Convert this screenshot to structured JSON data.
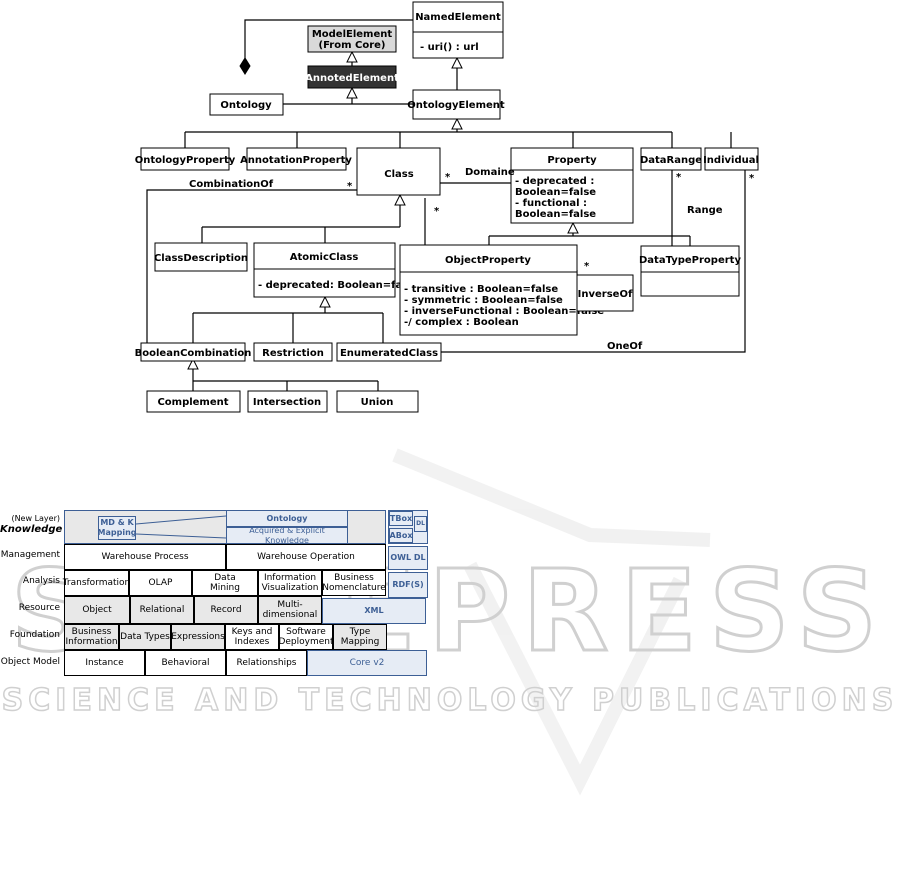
{
  "uml": {
    "classes": {
      "named_element": {
        "name": "NamedElement",
        "attrs": [
          "-     uri() : url"
        ]
      },
      "model_element": {
        "name": "ModelElement",
        "sub": "(From Core)"
      },
      "annoted_element": {
        "name": "AnnotedElement"
      },
      "ontology": {
        "name": "Ontology"
      },
      "ontology_element": {
        "name": "OntologyElement"
      },
      "ontology_property": {
        "name": "OntologyProperty"
      },
      "annotation_property": {
        "name": "AnnotationProperty"
      },
      "class": {
        "name": "Class"
      },
      "property": {
        "name": "Property",
        "attrs": [
          "- deprecated :",
          "Boolean=false",
          "- functional :",
          "Boolean=false"
        ]
      },
      "data_range": {
        "name": "DataRange"
      },
      "individual": {
        "name": "Individual"
      },
      "class_description": {
        "name": "ClassDescription"
      },
      "atomic_class": {
        "name": "AtomicClass",
        "attrs": [
          "-   deprecated: Boolean=false"
        ]
      },
      "object_property": {
        "name": "ObjectProperty",
        "attrs": [
          "-   transitive : Boolean=false",
          "-   symmetric : Boolean=false",
          "-   inverseFunctional : Boolean=false",
          "-/  complex : Boolean"
        ]
      },
      "inverse_of": {
        "name": "InverseOf"
      },
      "datatype_property": {
        "name": "DataTypeProperty"
      },
      "boolean_combination": {
        "name": "BooleanCombination"
      },
      "restriction": {
        "name": "Restriction"
      },
      "enumerated_class": {
        "name": "EnumeratedClass"
      },
      "complement": {
        "name": "Complement"
      },
      "intersection": {
        "name": "Intersection"
      },
      "union": {
        "name": "Union"
      }
    },
    "labels": {
      "domaine": "Domaine",
      "combination_of": "CombinationOf",
      "range": "Range",
      "one_of": "OneOf",
      "star": "*"
    }
  },
  "stack": {
    "row_labels": {
      "knowledge_top": "(New Layer)",
      "knowledge": "Knowledge",
      "management": "Management",
      "analysis": "Analysis",
      "resource": "Resource",
      "foundation": "Foundation",
      "object_model": "Object Model"
    },
    "knowledge": {
      "mdk_line1": "MD & K",
      "mdk_line2": "Mapping",
      "ontology": "Ontology",
      "acquired": "Acquired & Explicit Knowledge",
      "tbox": "TBox",
      "abox": "ABox",
      "dl": "DL"
    },
    "management": {
      "c1": "Warehouse Process",
      "c2": "Warehouse Operation",
      "side": "OWL DL"
    },
    "analysis": {
      "c1": "Transformation",
      "c2": "OLAP",
      "c3a": "Data",
      "c3b": "Mining",
      "c4a": "Information",
      "c4b": "Visualization",
      "c5a": "Business",
      "c5b": "Nomenclature",
      "side": "RDF(S)"
    },
    "resource": {
      "c1": "Object",
      "c2": "Relational",
      "c3": "Record",
      "c4a": "Multi-",
      "c4b": "dimensional",
      "side": "XML"
    },
    "foundation": {
      "c1a": "Business",
      "c1b": "Information",
      "c2": "Data Types",
      "c3": "Expressions",
      "c4a": "Keys and",
      "c4b": "Indexes",
      "c5a": "Software",
      "c5b": "Deployment",
      "c6a": "Type",
      "c6b": "Mapping"
    },
    "object_model": {
      "c1": "Instance",
      "c2": "Behavioral",
      "c3": "Relationships",
      "c4": "Core v2"
    }
  },
  "watermark": {
    "line1": "SCITEPRESS",
    "line2": "SCIENCE AND TECHNOLOGY PUBLICATIONS"
  }
}
